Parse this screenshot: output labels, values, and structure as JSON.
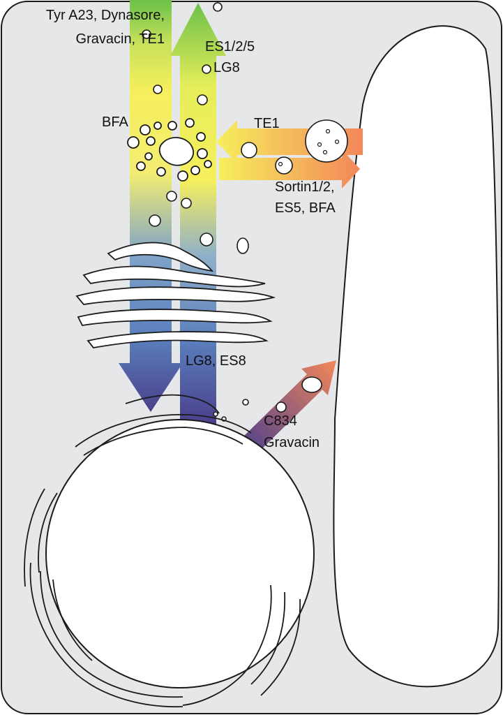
{
  "labels": {
    "inhibitors_top_line1": "Tyr A23, Dynasore,",
    "inhibitors_top_line2": "Gravacin, TE1",
    "es125_line1": "ES1/2/5",
    "es125_line2": "LG8",
    "bfa": "BFA",
    "te1": "TE1",
    "sortin_line1": "Sortin1/2,",
    "sortin_line2": "ES5, BFA",
    "lg8_es8": "LG8, ES8",
    "c834_line1": "C834",
    "c834_line2": "Gravacin"
  },
  "colors": {
    "cytoplasm": "#e6e7e8",
    "outline": "#1a1a1a",
    "arrow_green": "#6cc04a",
    "arrow_yellow": "#f6ef5c",
    "arrow_blue": "#5a7fbd",
    "arrow_purple": "#4b3f8c",
    "arrow_orange": "#f3875a"
  }
}
